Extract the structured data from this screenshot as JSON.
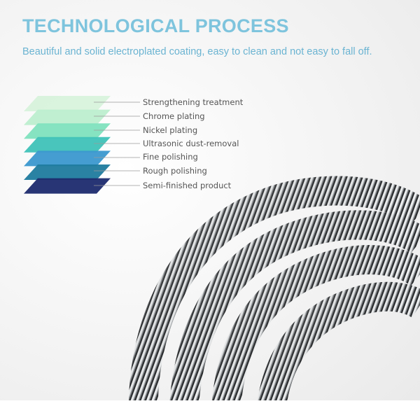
{
  "header": {
    "title": "TECHNOLOGICAL PROCESS",
    "subtitle": "Beautiful and solid electroplated coating, easy to clean and not easy to fall off."
  },
  "layers": [
    {
      "label": "Strengthening treatment",
      "color": "#d4f2d8"
    },
    {
      "label": "Chrome plating",
      "color": "#bdeecf"
    },
    {
      "label": "Nickel plating",
      "color": "#7fe1be"
    },
    {
      "label": "Ultrasonic dust-removal",
      "color": "#3fc2b8"
    },
    {
      "label": "Fine polishing",
      "color": "#3b98cf"
    },
    {
      "label": "Rough polishing",
      "color": "#1f7b9e"
    },
    {
      "label": "Semi-finished product",
      "color": "#1c2a6e"
    }
  ],
  "colors": {
    "title": "#7ec4dd",
    "subtitle": "#6bb4d2",
    "leader_line": "#9a9a9a",
    "metal_dark": "#2f3133",
    "metal_light": "#f2f2f2"
  }
}
